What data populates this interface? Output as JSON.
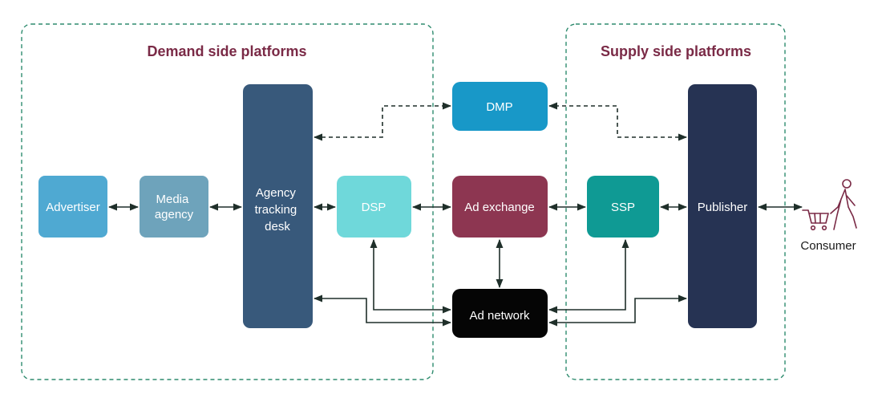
{
  "colors": {
    "group_border": "#2e8b6e",
    "group_title": "#7a2a46",
    "advertiser": "#4fa9d2",
    "media_agency": "#6ea3bb",
    "agency_tracking_desk": "#38597b",
    "dsp": "#6fd8da",
    "dmp": "#1898c8",
    "ad_exchange": "#8d3651",
    "ad_network": "#050505",
    "ssp": "#0f9a94",
    "publisher": "#263353",
    "connector": "#1f2f2a",
    "consumer_icon": "#7a2a46"
  },
  "groups": {
    "demand": {
      "title": "Demand side platforms"
    },
    "supply": {
      "title": "Supply side platforms"
    }
  },
  "nodes": {
    "advertiser": {
      "label": "Advertiser"
    },
    "media_agency": {
      "line1": "Media",
      "line2": "agency"
    },
    "agency_tracking_desk": {
      "line1": "Agency",
      "line2": "tracking",
      "line3": "desk"
    },
    "dsp": {
      "label": "DSP"
    },
    "dmp": {
      "label": "DMP"
    },
    "ad_exchange": {
      "label": "Ad exchange"
    },
    "ad_network": {
      "label": "Ad network"
    },
    "ssp": {
      "label": "SSP"
    },
    "publisher": {
      "label": "Publisher"
    }
  },
  "consumer": {
    "label": "Consumer",
    "icon": "shopping-cart-person-icon"
  },
  "connections": [
    {
      "from": "advertiser",
      "to": "media_agency",
      "style": "solid",
      "arrows": "both"
    },
    {
      "from": "media_agency",
      "to": "agency_tracking_desk",
      "style": "solid",
      "arrows": "both"
    },
    {
      "from": "agency_tracking_desk",
      "to": "dsp",
      "style": "solid",
      "arrows": "both"
    },
    {
      "from": "dsp",
      "to": "ad_exchange",
      "style": "solid",
      "arrows": "both"
    },
    {
      "from": "ad_exchange",
      "to": "ssp",
      "style": "solid",
      "arrows": "both"
    },
    {
      "from": "ssp",
      "to": "publisher",
      "style": "solid",
      "arrows": "both"
    },
    {
      "from": "publisher",
      "to": "consumer",
      "style": "solid",
      "arrows": "both"
    },
    {
      "from": "ad_exchange",
      "to": "ad_network",
      "style": "solid",
      "arrows": "both"
    },
    {
      "from": "agency_tracking_desk",
      "to": "ad_network",
      "style": "solid",
      "arrows": "both"
    },
    {
      "from": "dsp",
      "to": "ad_network",
      "style": "solid",
      "arrows": "both"
    },
    {
      "from": "ssp",
      "to": "ad_network",
      "style": "solid",
      "arrows": "both"
    },
    {
      "from": "publisher",
      "to": "ad_network",
      "style": "solid",
      "arrows": "both"
    },
    {
      "from": "agency_tracking_desk",
      "to": "dmp",
      "style": "dashed",
      "arrows": "both"
    },
    {
      "from": "publisher",
      "to": "dmp",
      "style": "dashed",
      "arrows": "both"
    }
  ]
}
